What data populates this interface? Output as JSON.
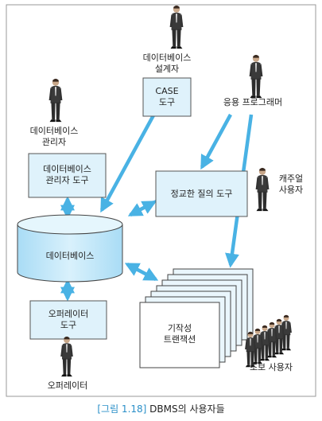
{
  "diagram": {
    "nodes": {
      "db_designer": "데이터베이스\n설계자",
      "case_tool": "CASE\n도구",
      "app_programmer": "응용 프로그래머",
      "dba": "데이터베이스\n관리자",
      "dba_tool": "데이터베이스\n관리자 도구",
      "query_tool": "정교한 질의 도구",
      "casual_user": "캐주얼\n사용자",
      "database": "데이터베이스",
      "operator_tool": "오퍼레이터\n도구",
      "canned_tx": "기작성\n트랜잭션",
      "naive_user": "초보 사용자",
      "operator": "오퍼레이터"
    },
    "caption": {
      "figure": "[그림 1.18]",
      "title": "DBMS의 사용자들"
    }
  },
  "colors": {
    "arrow": "#49b2e4",
    "box_fill": "#dff2fb",
    "box_stroke": "#555555",
    "cylinder_fill": "#bfe6f8",
    "figure_suit": "#3a3a3a",
    "caption_accent": "#2a8fc8"
  },
  "icons": [
    "person-icon"
  ]
}
